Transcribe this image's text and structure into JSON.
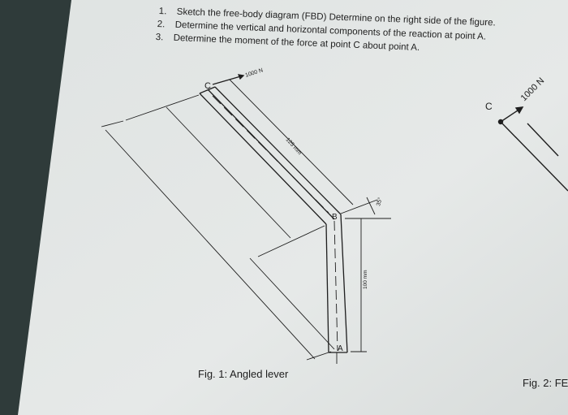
{
  "questions": [
    {
      "num": "1.",
      "text": "Sketch the free-body diagram (FBD) Determine on the right side of the figure."
    },
    {
      "num": "2.",
      "text": "Determine the vertical and horizontal components of the reaction at point A."
    },
    {
      "num": "3.",
      "text": "Determine the moment of the force at point C about point A."
    }
  ],
  "figure1": {
    "caption": "Fig. 1: Angled lever",
    "labels": {
      "c": "C",
      "b": "B",
      "a": "A",
      "force": "1000 N",
      "length_cb": "125 mm",
      "angle": "35°",
      "length_ba": "100 mm"
    }
  },
  "figure2": {
    "caption": "Fig. 2: FE",
    "labels": {
      "c": "C",
      "force": "1000 N"
    }
  },
  "colors": {
    "paper": "#e4e7e6",
    "ink": "#1e1e1e",
    "background": "#2f3b3a"
  }
}
